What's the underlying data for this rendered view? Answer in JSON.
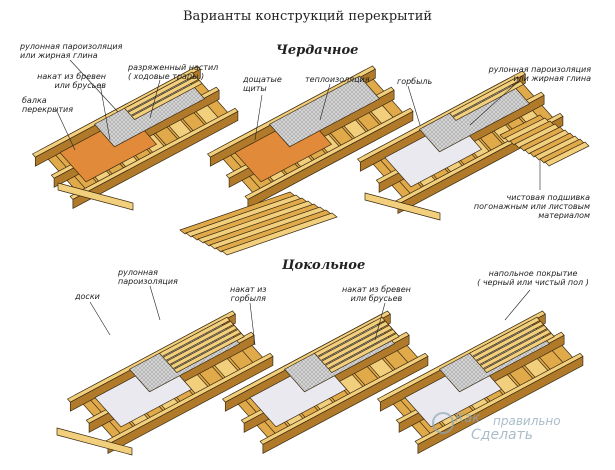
{
  "title": "Варианты конструкций перекрытий",
  "sections": {
    "attic": "Чердачное",
    "basement": "Цокольное"
  },
  "labels": {
    "vapor1": "рулонная пароизоляция",
    "vapor1b": "или жирная глина",
    "log_roll1": "накат из бревен",
    "log_roll1b": "или брусьев",
    "beam1": "балка",
    "beam1b": "перекрытия",
    "sparse1": "разряженный настил",
    "sparse1b": "( ходовые трапы )",
    "shields1": "дощатые",
    "shields1b": "щиты",
    "insulation": "теплоизоляция",
    "slab": "горбыль",
    "vapor3": "рулонная пароизоляция",
    "vapor3b": "или жирная глина",
    "ceiling1": "чистовая подшивка",
    "ceiling2": "погонажным или листовым",
    "ceiling3": "материалом",
    "vapor4": "рулонная",
    "vapor4b": "пароизоляция",
    "boards": "доски",
    "roll_slab": "накат из",
    "roll_slab_b": "горбыля",
    "log_roll2": "накат из бревен",
    "log_roll2b": "или брусьев",
    "floor1": "напольное покрытие",
    "floor2": "( черный или чистый пол )"
  },
  "watermark": {
    "line1": "Как",
    "line2": "правильно",
    "line3": "Сделать"
  },
  "colors": {
    "wood_light": "#f2cf7c",
    "wood_mid": "#e0a94a",
    "wood_dark": "#b07a2a",
    "outline": "#3a2a10",
    "mesh": "#c9c9c9",
    "film": "#e9e9ef",
    "clay": "#e08a3a"
  }
}
